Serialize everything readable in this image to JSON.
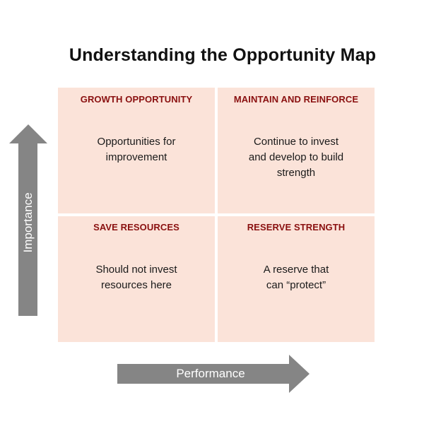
{
  "title": "Understanding the Opportunity Map",
  "axes": {
    "y_label": "Importance",
    "x_label": "Performance"
  },
  "quadrants": {
    "top_left": {
      "title": "GROWTH OPPORTUNITY",
      "lines": [
        "Opportunities for",
        "improvement"
      ]
    },
    "top_right": {
      "title": "MAINTAIN AND REINFORCE",
      "lines": [
        "Continue to invest",
        "and develop to build",
        "strength"
      ]
    },
    "bottom_left": {
      "title": "SAVE RESOURCES",
      "lines": [
        "Should not invest",
        "resources here"
      ]
    },
    "bottom_right": {
      "title": "RESERVE STRENGTH",
      "lines": [
        "A reserve that",
        "can “protect”"
      ]
    }
  },
  "colors": {
    "quadrant_fill": "#fbe3d9",
    "quadrant_title": "#8a1010",
    "arrow": "#858585"
  }
}
